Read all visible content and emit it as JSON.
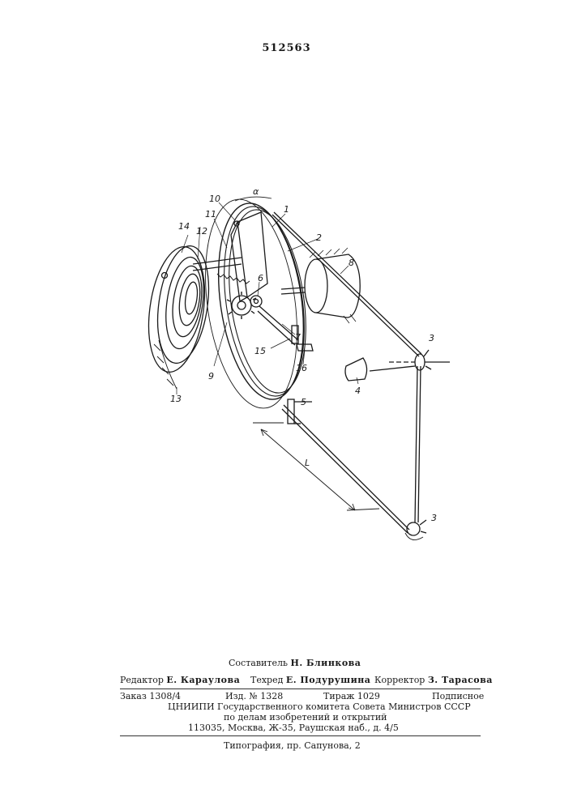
{
  "document": {
    "patent_number": "512563",
    "figure_labels": {
      "l1": "1",
      "l2": "2",
      "l3a": "3",
      "l3b": "3",
      "l4": "4",
      "l5": "5",
      "l6": "6",
      "l7": "7",
      "l8": "8",
      "l9": "9",
      "l10": "10",
      "l11": "11",
      "l12": "12",
      "l13": "13",
      "l14": "14",
      "l15": "15",
      "l16": "16",
      "alpha": "α",
      "L": "L"
    },
    "footer": {
      "compiler_label": "Составитель",
      "compiler_name": "Н. Блинкова",
      "editor_label": "Редактор",
      "editor_name": "Е. Караулова",
      "techred_label": "Техред",
      "techred_name": "Е. Подурушина",
      "corrector_label": "Корректор",
      "corrector_name": "З. Тарасова",
      "order": "Заказ 1308/4",
      "edition": "Изд. № 1328",
      "circulation": "Тираж 1029",
      "subscription": "Подписное",
      "institute": "ЦНИИПИ Государственного комитета Совета Министров СССР",
      "affairs": "по делам изобретений и открытий",
      "address": "113035, Москва, Ж-35, Раушская наб., д. 4/5",
      "printer": "Типография, пр. Сапунова, 2"
    }
  }
}
